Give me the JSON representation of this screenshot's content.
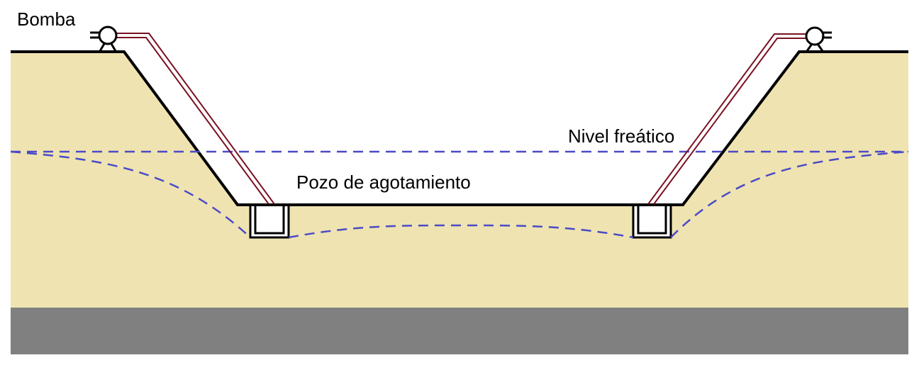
{
  "labels": {
    "pump": "Bomba",
    "water_table": "Nivel freático",
    "sump": "Pozo de agotamiento"
  },
  "colors": {
    "soil": "#EFE3B1",
    "bedrock": "#808080",
    "pipe": "#7A1020",
    "water_line": "#4A4AC8",
    "outline": "#000000"
  }
}
